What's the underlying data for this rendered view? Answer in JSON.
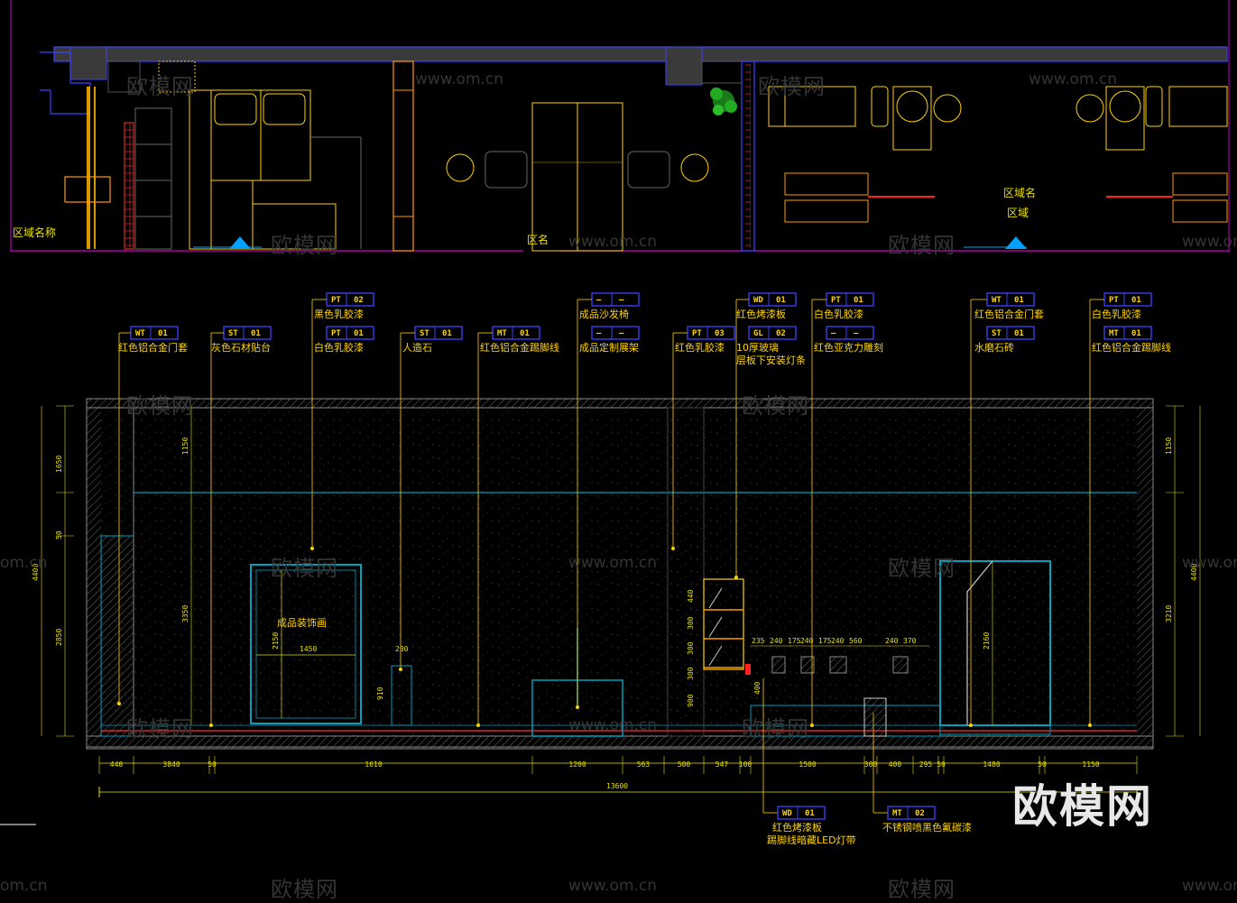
{
  "plan": {
    "labels": [
      {
        "id": "plan-label-left",
        "text": "区域名称"
      },
      {
        "id": "plan-label-mid",
        "text": "区名"
      },
      {
        "id": "plan-label-right-1",
        "text": "区域名"
      },
      {
        "id": "plan-label-right-2",
        "text": "区域"
      }
    ]
  },
  "tags": [
    {
      "code": "WT",
      "num": "01",
      "label": "红色铝合金门套"
    },
    {
      "code": "ST",
      "num": "01",
      "label": "灰色石材贴台"
    },
    {
      "code": "PT",
      "num": "02",
      "label": "黑色乳胶漆",
      "upper": true
    },
    {
      "code": "PT",
      "num": "01",
      "label": "白色乳胶漆"
    },
    {
      "code": "ST",
      "num": "01",
      "label": "人造石"
    },
    {
      "code": "MT",
      "num": "01",
      "label": "红色铝合金踢脚线"
    },
    {
      "code": "—",
      "num": "—",
      "label": "成品沙发椅",
      "upper": true
    },
    {
      "code": "—",
      "num": "—",
      "label": "成品定制展架"
    },
    {
      "code": "PT",
      "num": "03",
      "label": "红色乳胶漆"
    },
    {
      "code": "WD",
      "num": "01",
      "label": "红色烤漆板",
      "upper": true
    },
    {
      "code": "GL",
      "num": "02",
      "label": "10厚玻璃",
      "label2": "层板下安装灯条"
    },
    {
      "code": "PT",
      "num": "01",
      "label": "白色乳胶漆",
      "upper": true
    },
    {
      "code": "—",
      "num": "—",
      "label": "红色亚克力雕刻"
    },
    {
      "code": "WT",
      "num": "01",
      "label": "红色铝合金门套",
      "upper": true
    },
    {
      "code": "ST",
      "num": "01",
      "label": "水磨石砖"
    },
    {
      "code": "PT",
      "num": "01",
      "label": "白色乳胶漆",
      "upper": true
    },
    {
      "code": "MT",
      "num": "01",
      "label": "红色铝合金踢脚线"
    }
  ],
  "bottom_tags": [
    {
      "code": "WD",
      "num": "01",
      "label": "红色烤漆板",
      "label2": "踢脚线暗藏LED灯带"
    },
    {
      "code": "MT",
      "num": "02",
      "label": "不锈钢喷黑色氟碳漆"
    }
  ],
  "elevation": {
    "box_label": "成品装饰画",
    "box_width": "1450",
    "box_height": "2150"
  },
  "dims": {
    "bottom": [
      "440",
      "3840",
      "50",
      "1610",
      "1200",
      "563",
      "500",
      "547",
      "100",
      "1500",
      "300",
      "400",
      "295",
      "50",
      "1480",
      "50",
      "1150"
    ],
    "total": "13600",
    "left": [
      "1150",
      "3350"
    ],
    "left_outer": [
      "1650",
      "50",
      "2850"
    ],
    "left_total": "4400",
    "right": [
      "1150",
      "3210"
    ],
    "right_total": "4400",
    "shelf_top": [
      "235",
      "240",
      "175",
      "240",
      "175",
      "240",
      "560",
      "240",
      "370"
    ],
    "shelf_side": [
      "440",
      "300",
      "300",
      "300"
    ],
    "door_height": "2160",
    "misc": [
      "230",
      "910",
      "900",
      "400"
    ]
  },
  "watermarks": {
    "site": "www.om.cn",
    "site_short": "om.cn",
    "cn": "欧模网",
    "big": "欧模网"
  },
  "colors": {
    "bg": "#000000",
    "magenta": "#cc00cc",
    "yellow": "#ffd400",
    "orange": "#ff9a00",
    "cyan": "#00a0c0",
    "blue": "#4040ff",
    "red": "#ff2020",
    "green": "#22aa22"
  }
}
